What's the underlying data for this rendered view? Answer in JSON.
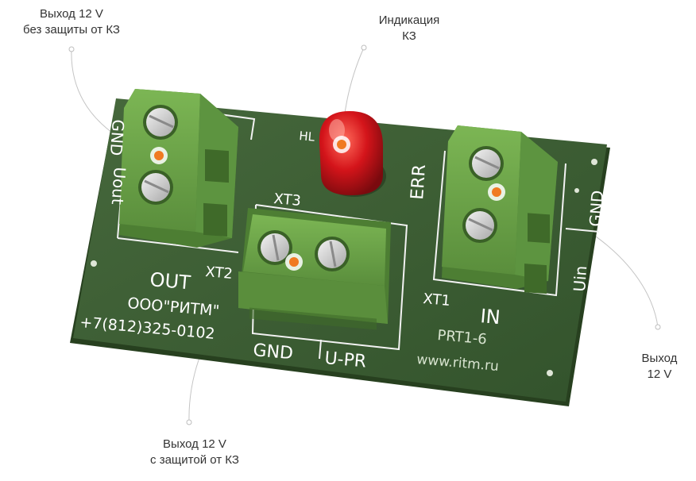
{
  "callouts": {
    "out_unprotected": {
      "line1": "Выход 12 V",
      "line2": "без защиты от КЗ"
    },
    "indication": {
      "line1": "Индикация",
      "line2": "КЗ"
    },
    "out_protected": {
      "line1": "Выход 12 V",
      "line2": "с защитой от КЗ"
    },
    "output": {
      "line1": "Выход",
      "line2": "12 V"
    }
  },
  "board": {
    "label_out": "OUT",
    "label_xt2": "XT2",
    "label_xt3": "XT3",
    "label_xt1": "XT1",
    "label_in": "IN",
    "label_gnd_left": "GND",
    "label_uout": "Uout",
    "label_gnd_right": "GND",
    "label_uin": "Uin",
    "label_err": "ERR",
    "label_hl": "HL",
    "label_gnd_bottom": "GND",
    "label_upr": "U-PR",
    "company": "ООО\"РИТМ\"",
    "phone": "+7(812)325-0102",
    "model": "PRT1-6",
    "website": "www.ritm.ru"
  },
  "colors": {
    "pcb": "#3a5a32",
    "terminal": "#6aa046",
    "led": "#c8161a",
    "marker": "#f07a22",
    "silkscreen": "#ffffff"
  }
}
